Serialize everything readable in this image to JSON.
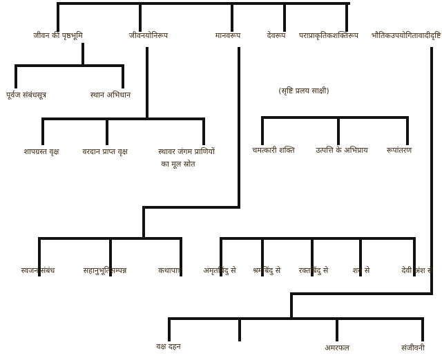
{
  "top_level": [
    "जीवन की पृष्ठभूमि",
    "जीवनयोनिरूप",
    "मानवरूप",
    "देवरूप",
    "पराप्राकृतिकशक्तिरूप",
    "भौतिकउपयोगितावादीदृष्टि"
  ],
  "background_children": [
    "पूर्वज संबंधसूत्र",
    "स्थान अभिधान"
  ],
  "yoni_children": [
    "शापग्रस्त वृक्ष",
    "वरदान प्राप्त वृक्ष",
    "स्थावर जंगम प्राणियों",
    "का मूल स्रोत"
  ],
  "annotation": "(सृष्टि प्रलय साक्षी)",
  "supernatural_children": [
    "चमत्कारी शक्ति",
    "उत्पत्ति के अभिप्राय",
    "रूपांतरण"
  ],
  "human_children": [
    "स्वजन संबंध",
    "सहानुभूतिसम्पन्न",
    "कथापात्र"
  ],
  "origin_children": [
    "अमृतबिंदु से",
    "श्रमबिंदु से",
    "रक्तबिंदु से",
    "शव से",
    "देवी अंश से"
  ],
  "utility_children": [
    "वक्ष दहन",
    "",
    "अमरफल",
    "संजीवनी"
  ]
}
